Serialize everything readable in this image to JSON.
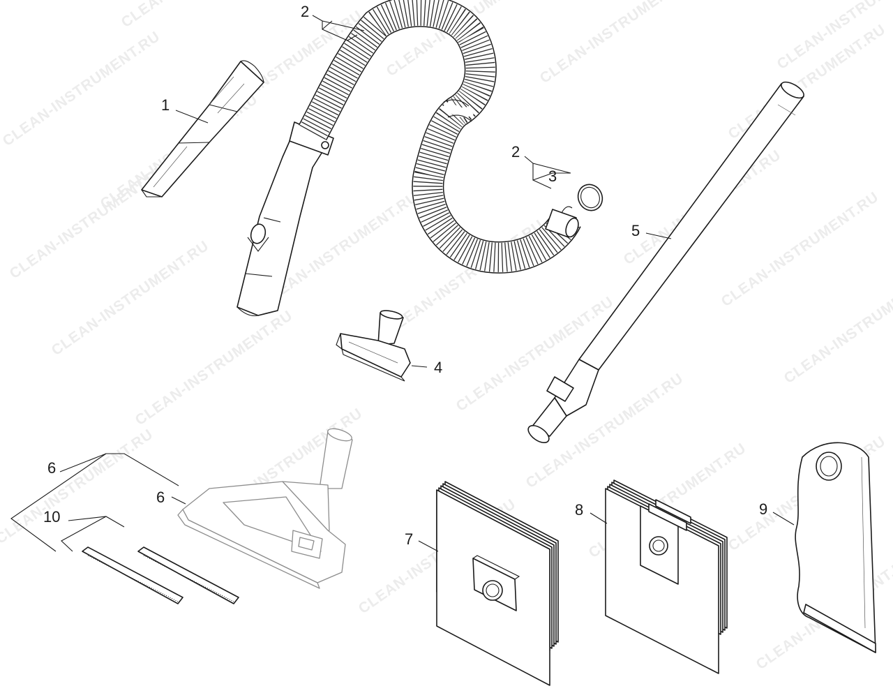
{
  "watermark_text": "CLEAN-INSTRUMENT.RU",
  "callouts": {
    "crevice_nozzle": "1",
    "hose_assembly": "2",
    "hose_assembly_alt": "2",
    "o_ring": "3",
    "upholstery_nozzle": "4",
    "suction_tube": "5",
    "floor_nozzle_group": "6",
    "floor_nozzle": "6",
    "filter_bags_a": "7",
    "filter_bags_b": "8",
    "filter_bag_cloth": "9",
    "strip_set": "10"
  }
}
